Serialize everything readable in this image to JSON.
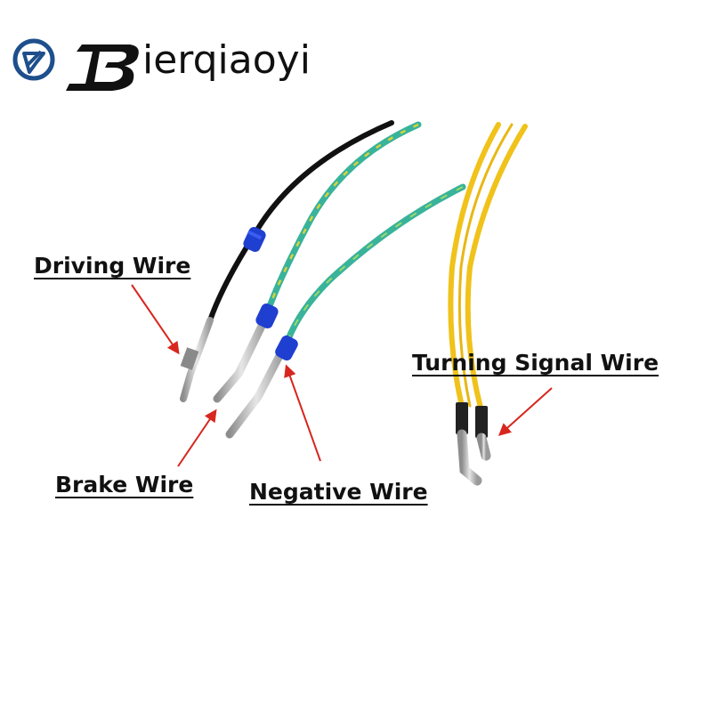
{
  "brand": {
    "name": "ierqiaoyi",
    "logo_icon": "circle-arrow-logo-icon",
    "logo_letter_icon": "stylized-b-letter-icon",
    "color": "#1e4f8c"
  },
  "labels": {
    "driving": "Driving Wire",
    "brake": "Brake Wire",
    "negative": "Negative Wire",
    "turning": "Turning Signal Wire"
  },
  "colors": {
    "arrow": "#d7261e",
    "wire_black": "#1a1a1a",
    "wire_green_yellow": "#39b39a",
    "wire_yellow": "#f0c21a",
    "seal_blue": "#1f3fd1",
    "terminal_metal": "#bfbfbf"
  }
}
